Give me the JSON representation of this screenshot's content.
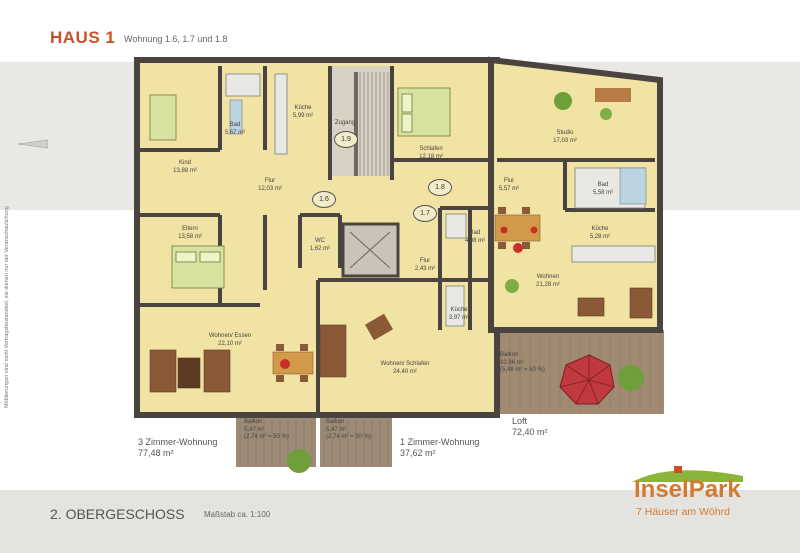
{
  "header": {
    "title": "HAUS 1",
    "subtitle": "Wohnung 1.6, 1.7 und 1.8"
  },
  "side_note": "Möblierungen sind nicht Vertragsbestandteil, sie dienen nur der Veranschaulichung",
  "rooms": {
    "kind": {
      "name": "Kind",
      "area": "13,88 m²"
    },
    "bad_16": {
      "name": "Bad",
      "area": "5,67 m²"
    },
    "kueche_16": {
      "name": "Küche",
      "area": "5,99 m²"
    },
    "flur_16": {
      "name": "Flur",
      "area": "12,03 m²"
    },
    "eltern": {
      "name": "Eltern",
      "area": "13,58 m²"
    },
    "wc": {
      "name": "WC",
      "area": "1,62 m²"
    },
    "wohnen_essen": {
      "name": "Wohnen/ Essen",
      "area": "22,10 m²"
    },
    "zugang": {
      "name": "Zugang"
    },
    "schlafen_18": {
      "name": "Schlafen",
      "area": "12,18 m²"
    },
    "bad_17": {
      "name": "Bad",
      "area": "4,08 m²"
    },
    "flur_17": {
      "name": "Flur",
      "area": "2,43 m²"
    },
    "kueche_17": {
      "name": "Küche",
      "area": "3,97 m²"
    },
    "wohnen_schlafen": {
      "name": "Wohnen/ Schlafen",
      "area": "24,40 m²"
    },
    "studio": {
      "name": "Studio",
      "area": "17,03 m²"
    },
    "bad_18": {
      "name": "Bad",
      "area": "5,58 m²"
    },
    "flur_18": {
      "name": "Flur",
      "area": "5,57 m²"
    },
    "kueche_18": {
      "name": "Küche",
      "area": "5,28 m²"
    },
    "wohnen_18": {
      "name": "Wohnen",
      "area": "21,28 m²"
    },
    "balkon_18": {
      "name": "Balkon",
      "area": "10,96 m²",
      "note": "(5,48 m² = 50 %)"
    },
    "balkon_16": {
      "name": "Balkon",
      "area": "5,47 m²",
      "note": "(2,74 m² = 50 %)"
    },
    "balkon_17": {
      "name": "Balkon",
      "area": "5,47 m²",
      "note": "(2,74 m² = 50 %)"
    }
  },
  "unit_markers": [
    "1.9",
    "1.6",
    "1.8",
    "1.7"
  ],
  "summaries": {
    "w16": {
      "name": "3 Zimmer-Wohnung",
      "area": "77,48 m²"
    },
    "w17": {
      "name": "1 Zimmer-Wohnung",
      "area": "37,62 m²"
    },
    "w18": {
      "name": "Loft",
      "area": "72,40 m²"
    }
  },
  "footer": {
    "floor": "2. OBERGESCHOSS",
    "scale": "Maßstab ca. 1:100"
  },
  "logo": {
    "name": "InselPark",
    "tagline": "7 Häuser am Wöhrd"
  },
  "colors": {
    "accent": "#c8512a",
    "logo": "#d27a34",
    "floor": "#f1e3a4",
    "wall": "#4a4440",
    "green": "#8bb53a"
  }
}
